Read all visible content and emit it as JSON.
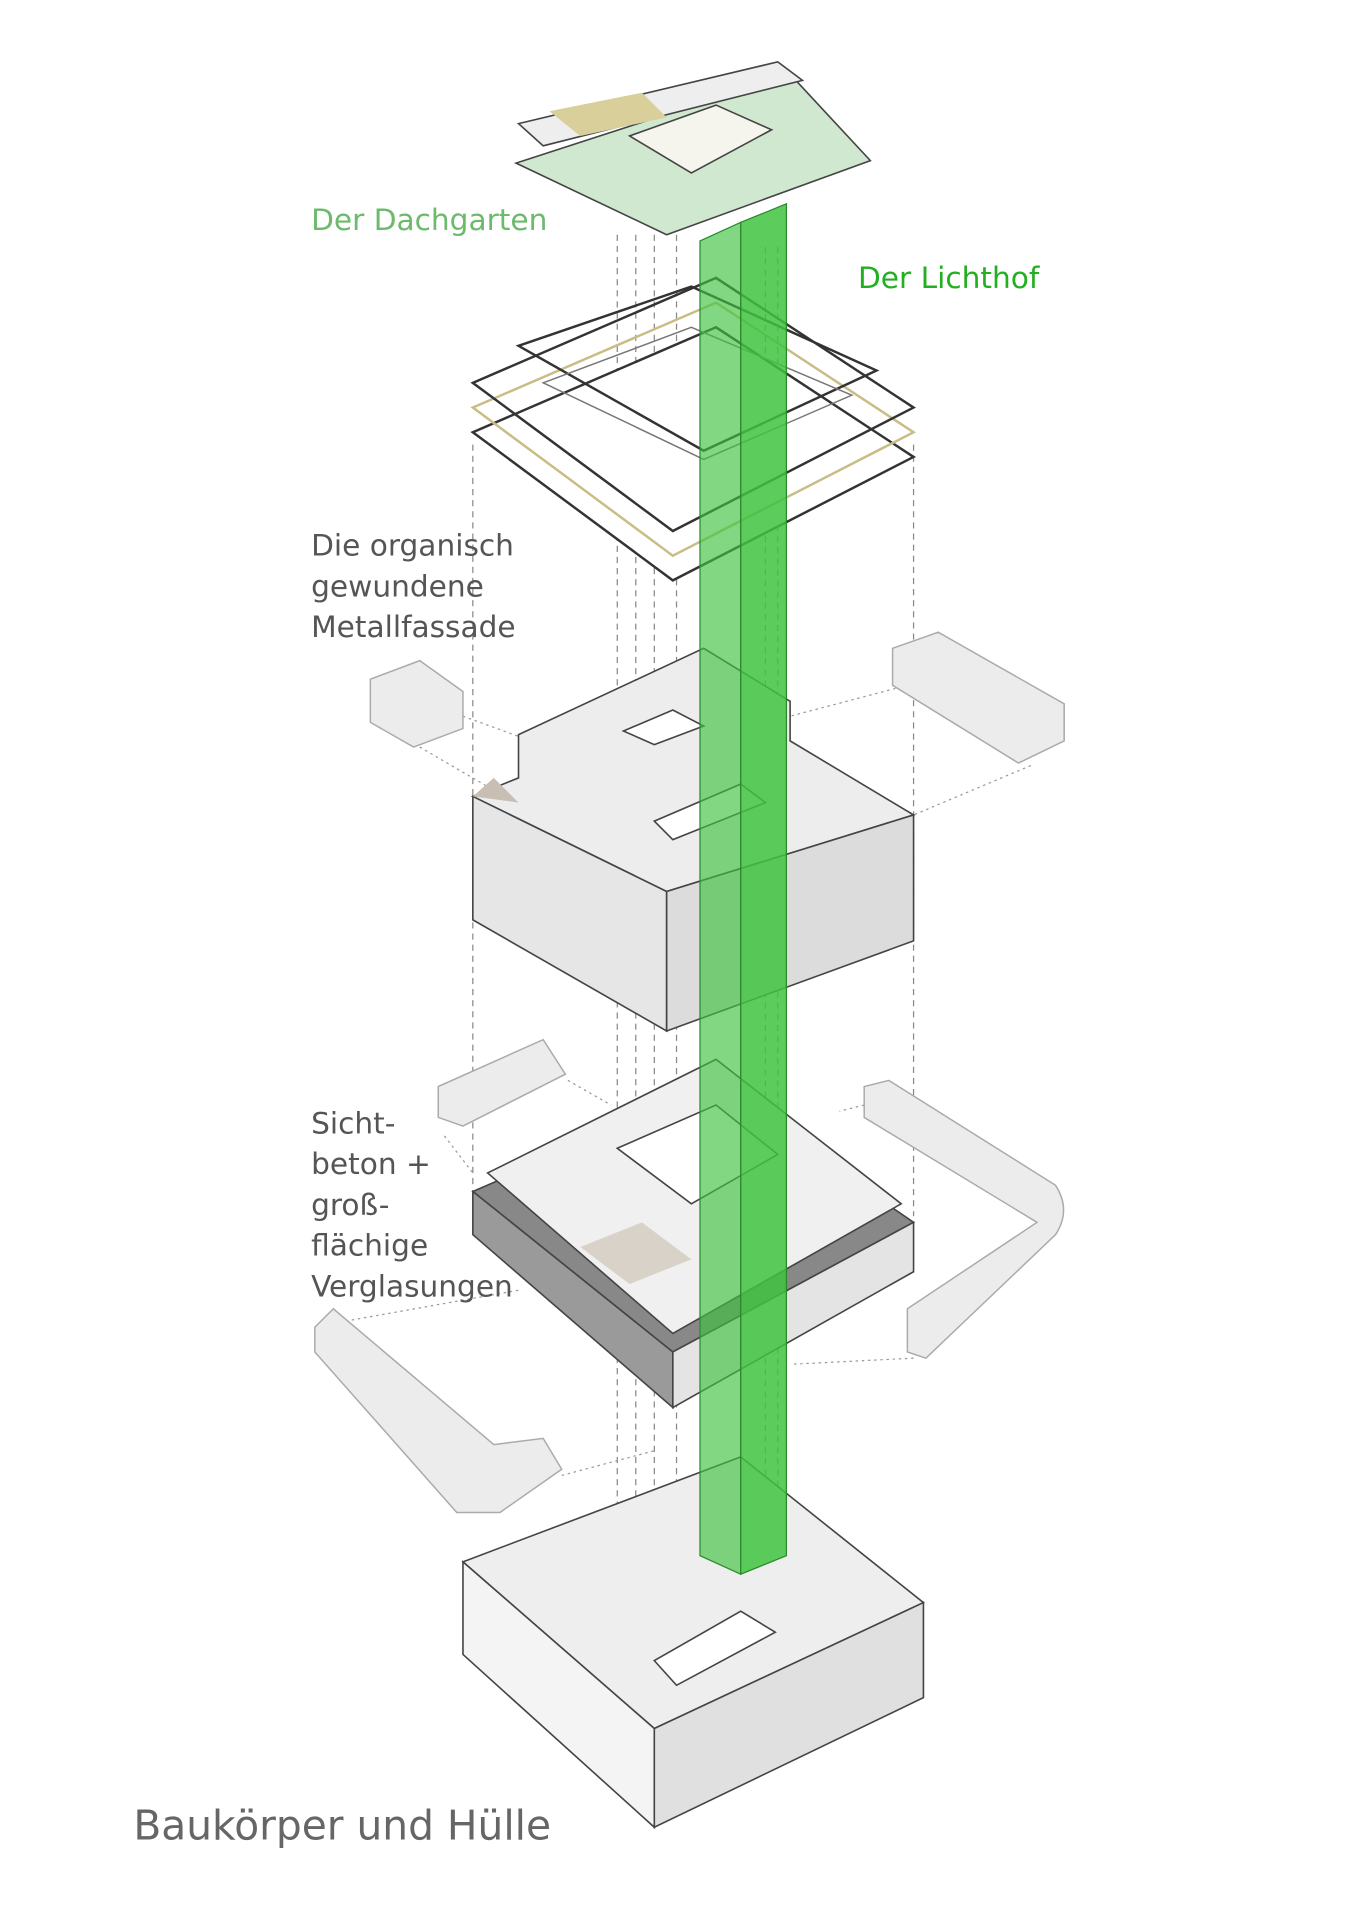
{
  "labels": {
    "roof_garden": "Der Dachgarten",
    "light_court": "Der Lichthof",
    "facade": [
      "Die organisch",
      "gewundene",
      "Metallfassade"
    ],
    "concrete": [
      "Sicht-",
      "beton +",
      "groß-",
      "flächige",
      "Verglasungen"
    ]
  },
  "title": "Baukörper und Hülle",
  "colors": {
    "light_court_green": "#3fc33f",
    "roof_green": "#cfe8cf",
    "concrete_gray": "#e6e6e6",
    "dark_band": "#8a8a8a",
    "facade_accent": "#d8cf9a"
  }
}
